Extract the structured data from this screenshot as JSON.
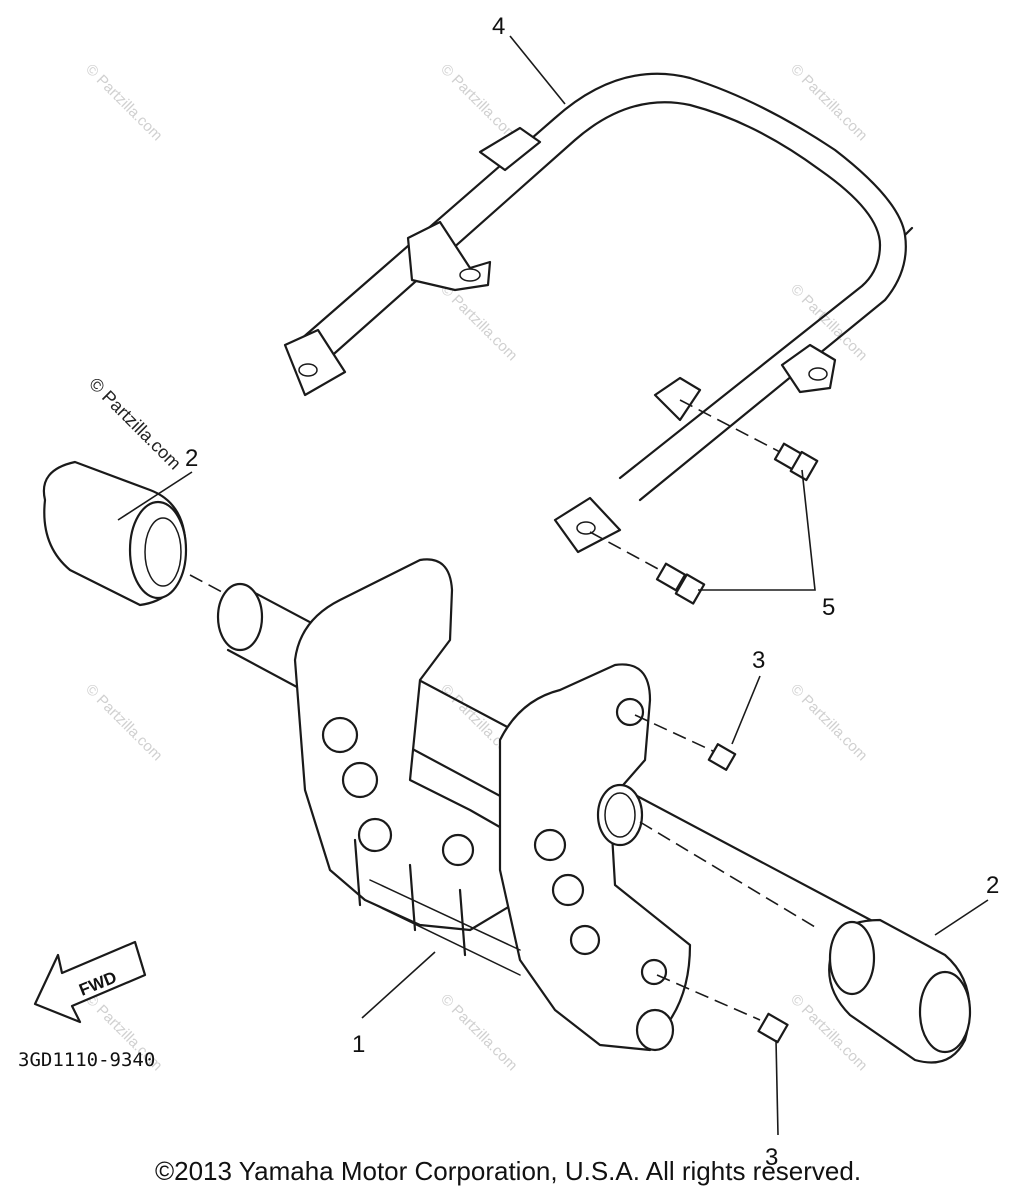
{
  "callouts": {
    "part_1": "1",
    "part_2_left": "2",
    "part_2_right": "2",
    "part_3_upper": "3",
    "part_3_lower": "3",
    "part_4": "4",
    "part_5": "5"
  },
  "fwd_arrow_label": "FWD",
  "drawing_code": "3GD1110-9340",
  "watermark_text": "© Partzilla.com",
  "copyright": "©2013  Yamaha Motor Corporation, U.S.A. All rights reserved."
}
